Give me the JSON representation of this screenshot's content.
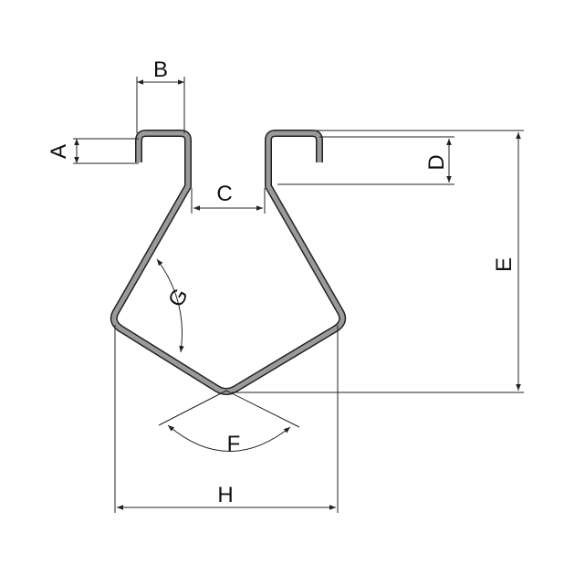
{
  "labels": {
    "a": "A",
    "b": "B",
    "c": "C",
    "d": "D",
    "e": "E",
    "f": "F",
    "g": "G",
    "h": "H"
  },
  "colors": {
    "profile_fill": "#9a9a9a",
    "profile_inner": "#ffffff",
    "line": "#222222"
  }
}
